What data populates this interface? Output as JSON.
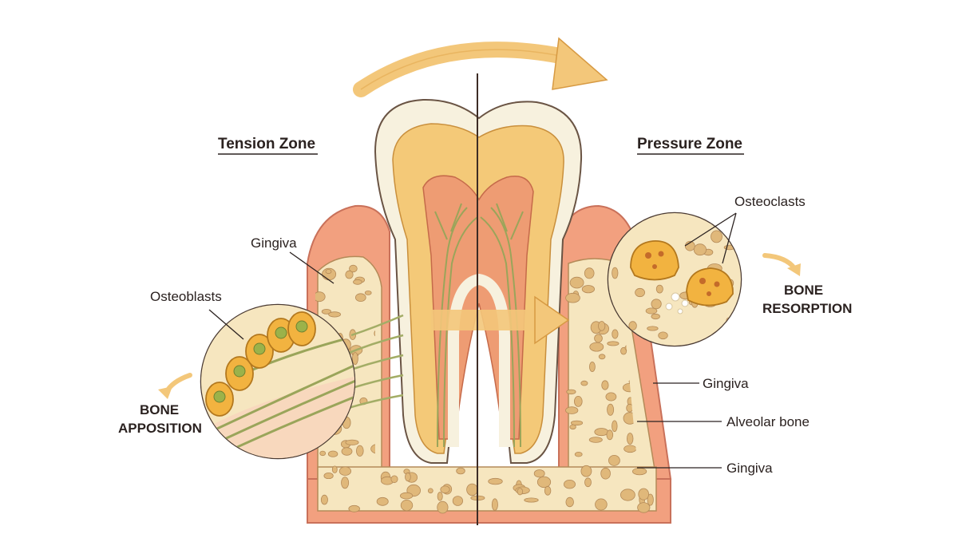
{
  "zones": {
    "tension": "Tension Zone",
    "pressure": "Pressure Zone"
  },
  "labels": {
    "gingiva_left": "Gingiva",
    "osteoblasts": "Osteoblasts",
    "bone_apposition_line1": "BONE",
    "bone_apposition_line2": "APPOSITION",
    "osteoclasts": "Osteoclasts",
    "bone_resorption_line1": "BONE",
    "bone_resorption_line2": "RESORPTION",
    "gingiva_right_upper": "Gingiva",
    "alveolar_bone": "Alveolar bone",
    "gingiva_right_lower": "Gingiva"
  },
  "colors": {
    "gingiva": "#f2a07f",
    "gingiva_light": "#f8c9b0",
    "bone": "#f6e6bf",
    "bone_pore": "#e0b87a",
    "enamel": "#f7f1de",
    "dentin": "#f4c978",
    "pulp": "#ee9c73",
    "nerve": "#9aa55a",
    "arrow": "#f3c77a",
    "cell": "#f2b340",
    "cell_nucleus": "#9bb24a",
    "outline": "#4a3a32"
  }
}
